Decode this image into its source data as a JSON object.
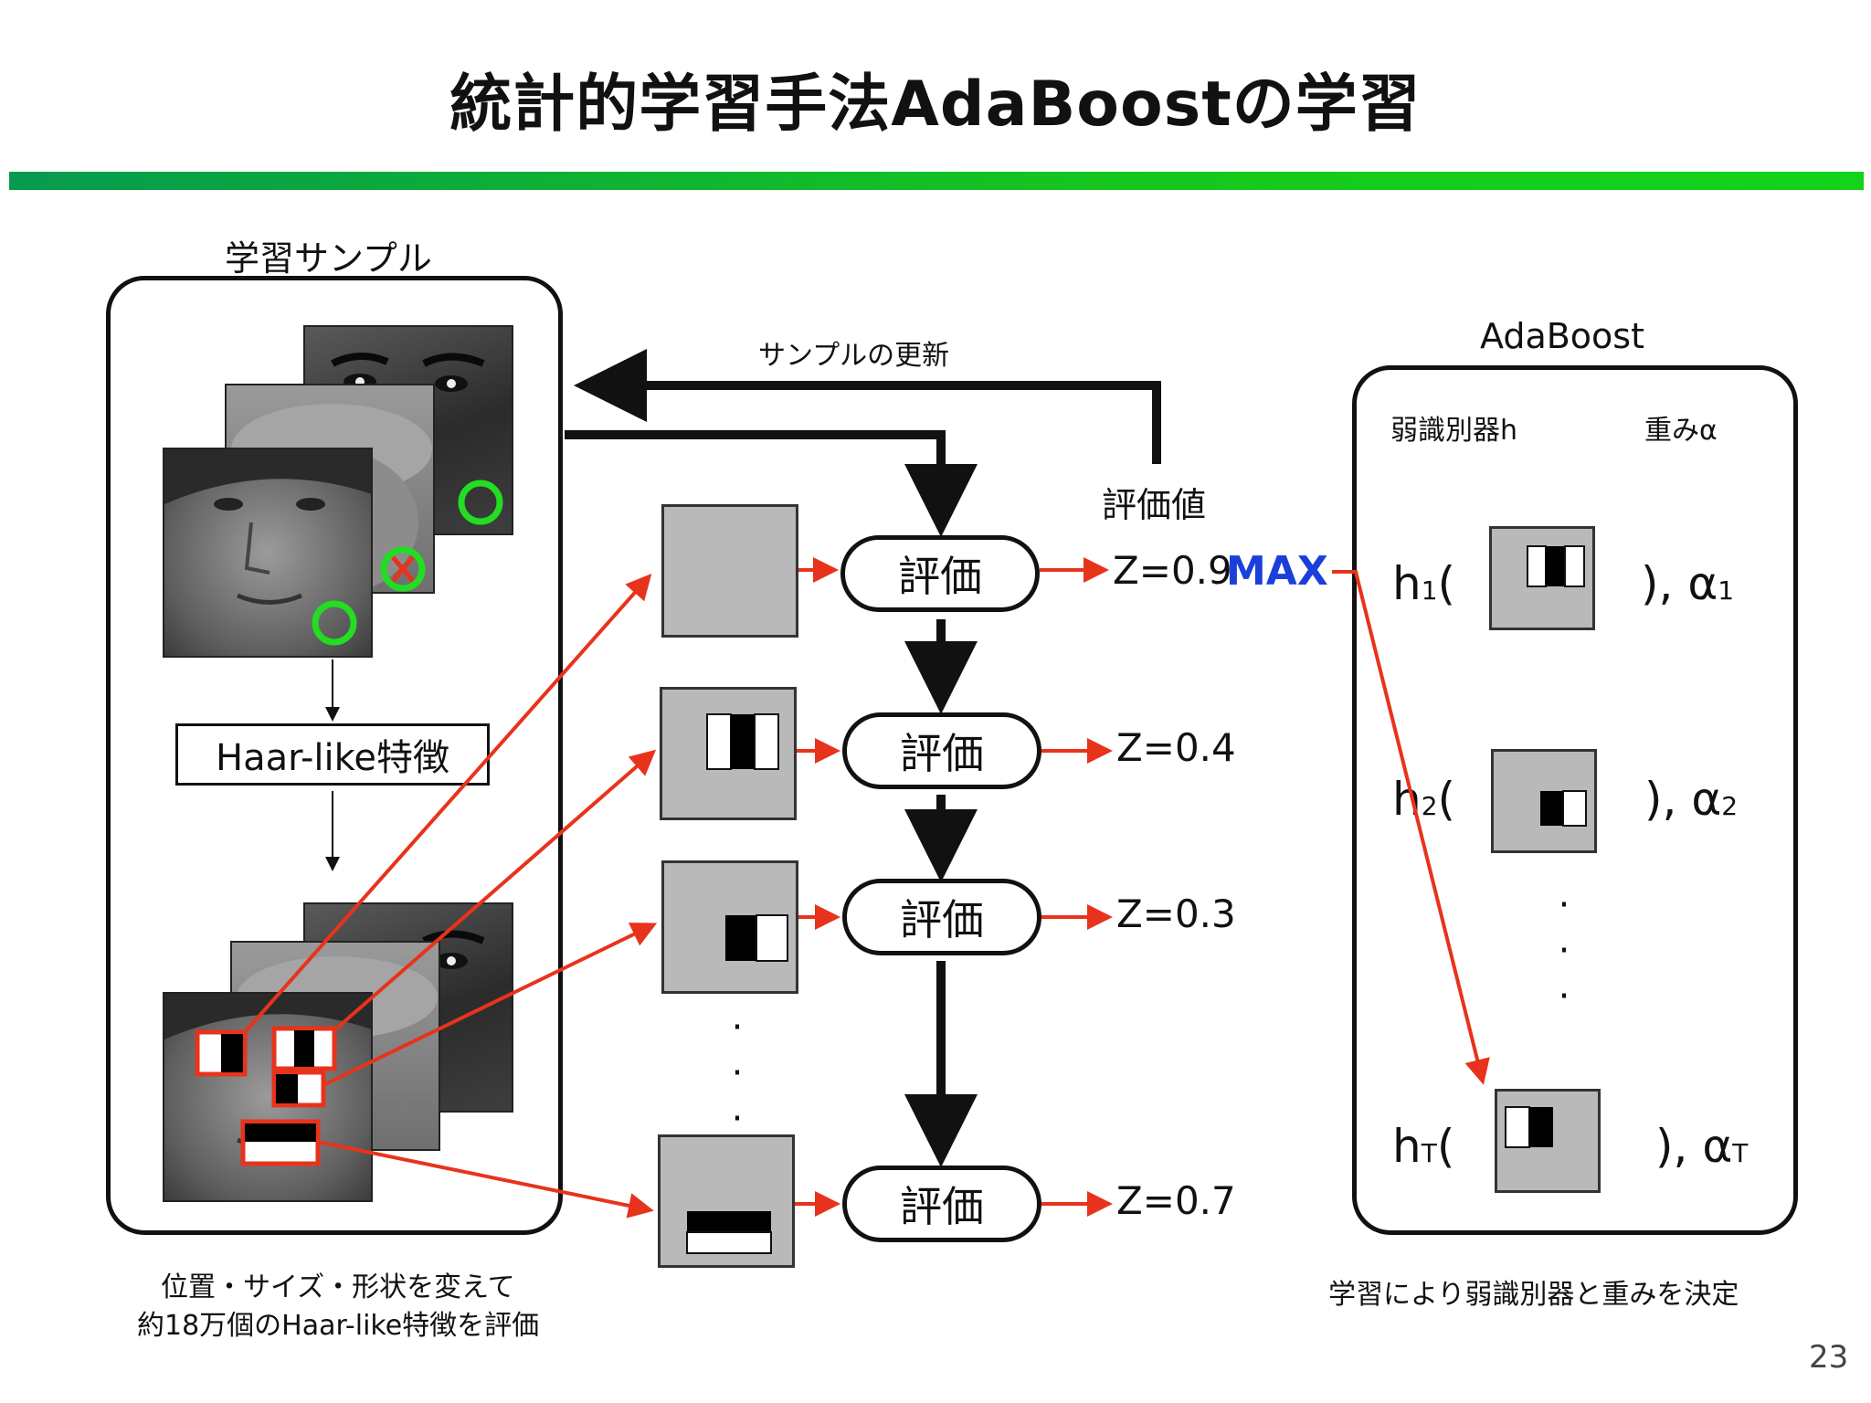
{
  "title": "統計的学習手法AdaBoostの学習",
  "left_panel": {
    "heading": "学習サンプル",
    "haar_label": "Haar-like特徴",
    "caption_line1": "位置・サイズ・形状を変えて",
    "caption_line2": "約18万個のHaar-like特徴を評価"
  },
  "flow": {
    "update_label": "サンプルの更新",
    "score_label": "評価値",
    "eval_label": "評価",
    "max_label": "MAX",
    "scores": [
      "Z=0.9",
      "Z=0.4",
      "Z=0.3",
      "Z=0.7"
    ]
  },
  "right_panel": {
    "heading": "AdaBoost",
    "col_classifier": "弱識別器h",
    "col_weight": "重みα",
    "rows": [
      {
        "h": "h",
        "h_sub": "1",
        "open": "(",
        "close": "),",
        "alpha": "α",
        "alpha_sub": "1"
      },
      {
        "h": "h",
        "h_sub": "2",
        "open": "(",
        "close": "),",
        "alpha": "α",
        "alpha_sub": "2"
      },
      {
        "h": "h",
        "h_sub": "T",
        "open": "(",
        "close": "),",
        "alpha": "α",
        "alpha_sub": "T"
      }
    ],
    "caption": "学習により弱識別器と重みを決定"
  },
  "page_number": "23",
  "colors": {
    "accent_red": "#e8331c",
    "marker_green": "#22dd22",
    "max_blue": "#1b3fd9"
  }
}
